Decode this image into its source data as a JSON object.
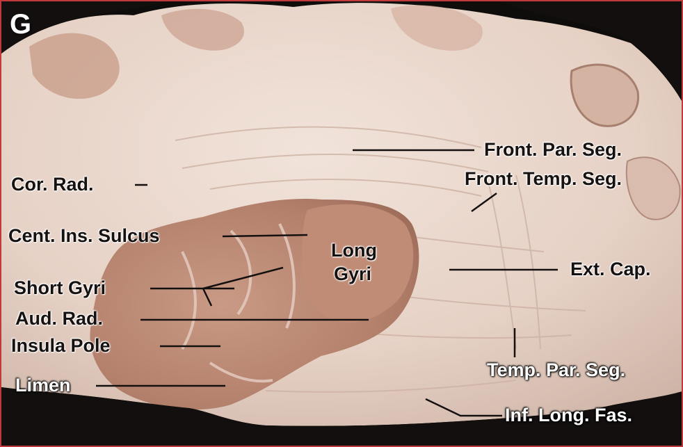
{
  "panel_letter": "G",
  "labels": {
    "cor_rad": "Cor. Rad.",
    "cent_ins_sulcus": "Cent. Ins. Sulcus",
    "short_gyri": "Short Gyri",
    "aud_rad": "Aud. Rad.",
    "insula_pole": "Insula Pole",
    "limen": "Limen",
    "long_gyri_line1": "Long",
    "long_gyri_line2": "Gyri",
    "front_par_seg": "Front. Par. Seg.",
    "front_temp_seg": "Front. Temp. Seg.",
    "ext_cap": "Ext. Cap.",
    "temp_par_seg": "Temp. Par. Seg.",
    "inf_long_fas": "Inf. Long. Fas."
  },
  "colors": {
    "frame_border": "#c0393b",
    "background": "#0f0d0c",
    "white_matter": "#e7d3c8",
    "gray_matter": "#b9846f",
    "label_dark": "#161212",
    "label_light": "#ffffff"
  }
}
